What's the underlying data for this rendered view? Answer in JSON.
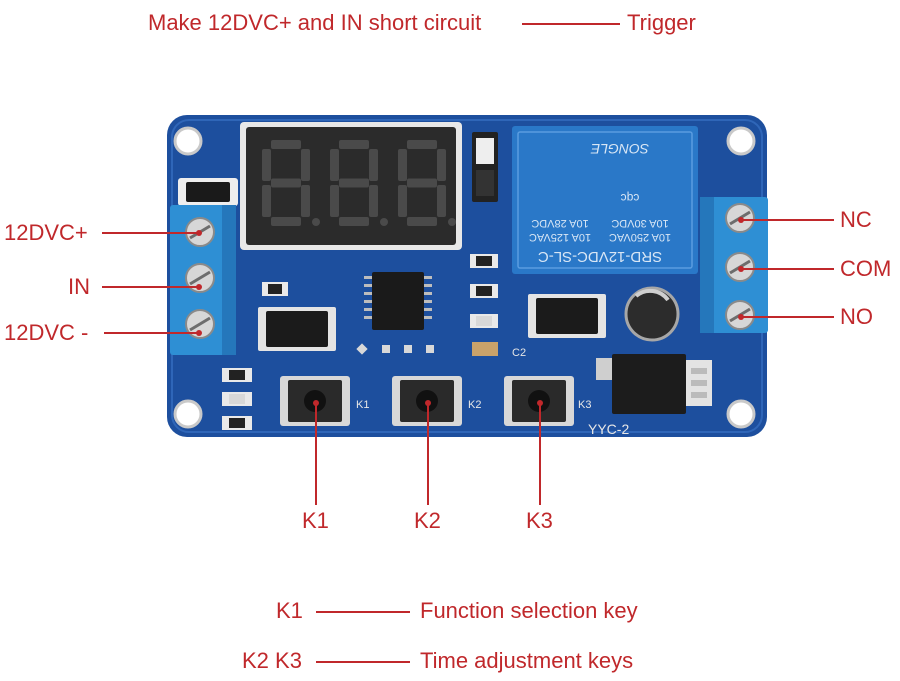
{
  "top_note": {
    "left": "Make 12DVC+ and IN short circuit",
    "right": "Trigger"
  },
  "left_terminals": [
    "12DVC+",
    "IN",
    "12DVC -"
  ],
  "right_terminals": [
    "NC",
    "COM",
    "NO"
  ],
  "keys": [
    "K1",
    "K2",
    "K3"
  ],
  "board": {
    "silk_keys": [
      "K1",
      "K2",
      "K3"
    ],
    "model": "YYC-2",
    "cap_label": "C2",
    "relay": {
      "model": "SRD-12VDC-SL-C",
      "ratings": [
        "10A 250VAC",
        "10A 125VAC",
        "10A 30VDC",
        "10A 28VDC"
      ],
      "brand": "SONGLE",
      "cert": "cqc"
    }
  },
  "legend": [
    {
      "key": "K1",
      "desc": "Function selection key"
    },
    {
      "key": "K2 K3",
      "desc": "Time adjustment keys"
    }
  ],
  "colors": {
    "label": "#c0282b",
    "pcb": "#1d4f9e",
    "terminal": "#2e8fd4",
    "relay": "#2a78c8",
    "display": "#2a2a2a"
  }
}
